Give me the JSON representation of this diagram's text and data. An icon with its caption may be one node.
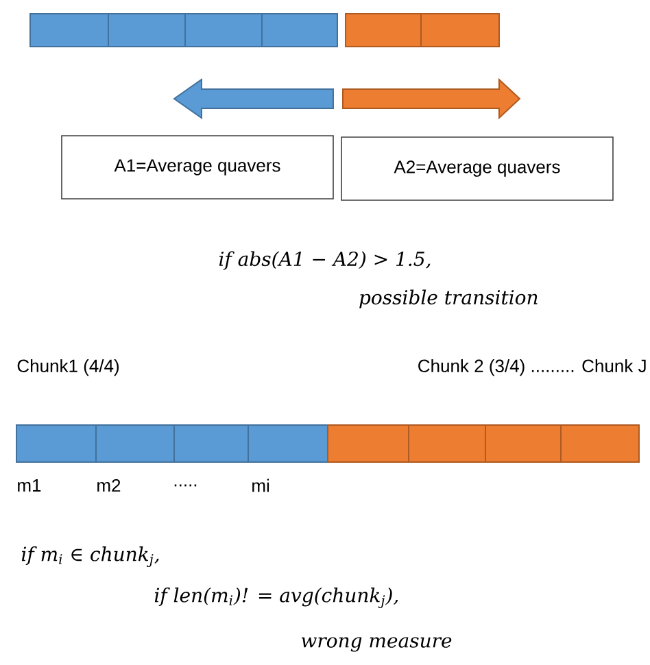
{
  "diagram": {
    "nodes": [
      {
        "text": [
          "A1=Average quavers"
        ]
      },
      {
        "text": [
          "A2=Average quavers"
        ]
      }
    ],
    "labels": [
      "if abs(A1 − A2) > 1.5,",
      "possible transition",
      "Chunk1 (4/4)",
      "Chunk 2 (3/4) ......... Chunk J",
      "m1",
      "m2",
      ".....",
      "mi",
      "if m$_{i}$ ∈ chunk$_{j}$,",
      "if len(m$_{i}$)! = avg(chunk$_{j}$),",
      "wrong measure"
    ]
  }
}
